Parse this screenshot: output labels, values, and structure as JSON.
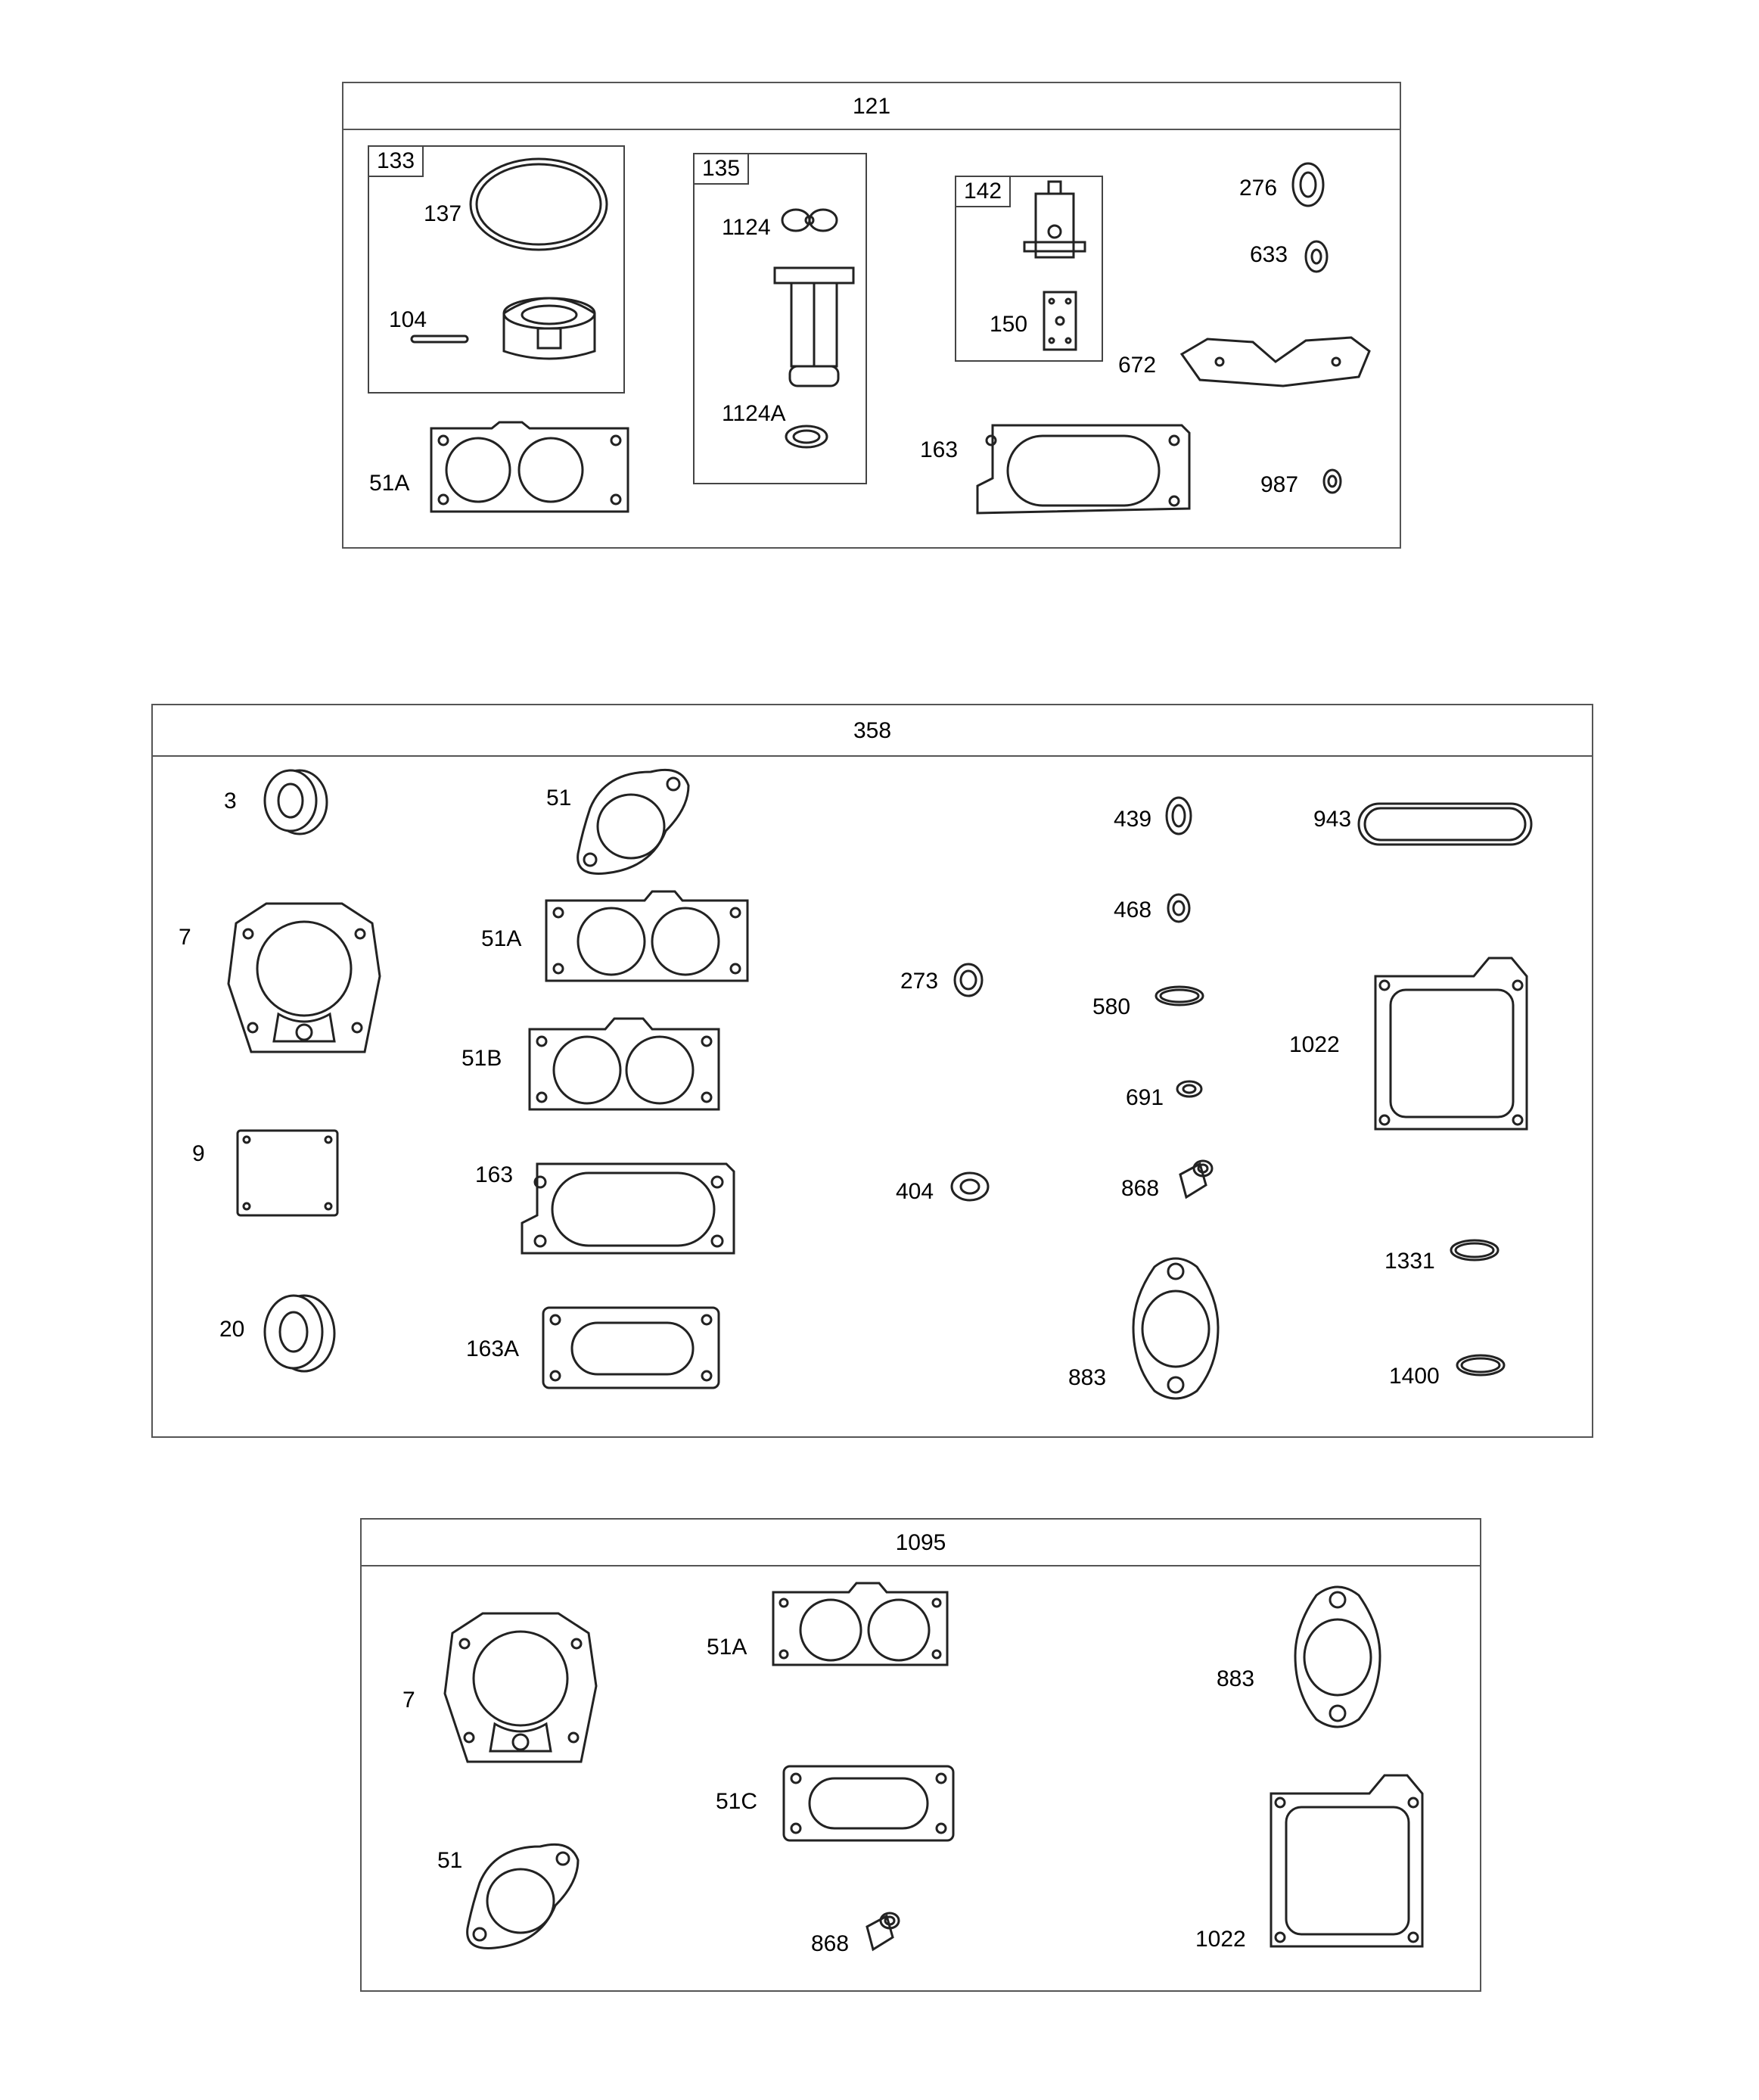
{
  "kits": [
    {
      "number": "121",
      "subkits": [
        {
          "number": "133",
          "parts": [
            "137",
            "104"
          ]
        },
        {
          "number": "135",
          "parts": [
            "1124",
            "1124A"
          ]
        },
        {
          "number": "142",
          "parts": [
            "150"
          ]
        }
      ],
      "parts": [
        "51A",
        "163",
        "276",
        "633",
        "672",
        "987"
      ]
    },
    {
      "number": "358",
      "parts": [
        "3",
        "7",
        "9",
        "20",
        "51",
        "51A",
        "51B",
        "163",
        "163A",
        "273",
        "404",
        "439",
        "468",
        "580",
        "691",
        "868",
        "883",
        "943",
        "1022",
        "1331",
        "1400"
      ]
    },
    {
      "number": "1095",
      "parts": [
        "7",
        "51",
        "51A",
        "51C",
        "868",
        "883",
        "1022"
      ]
    }
  ]
}
